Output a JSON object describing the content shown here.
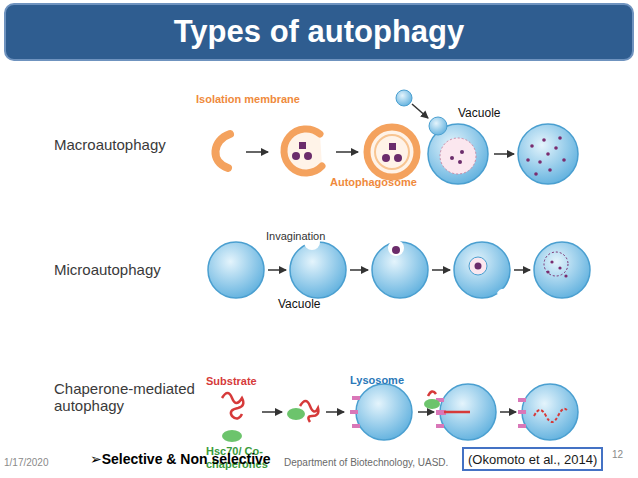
{
  "diagram": {
    "title": "Types of autophagy",
    "nodes": [
      {
        "text": [
          "(Okomoto et al., 2014)"
        ]
      }
    ],
    "labels": [
      "Macroautophagy",
      "Isolation membrane",
      "Autophagosome",
      "Vacuole",
      "Microautophagy",
      "Invagination",
      "Vacuole",
      "Chaperone-mediated autophagy",
      "Substrate",
      "Hsc70/ Co-chaperones",
      "Lysosome",
      "1/17/2020",
      "➢Selective & Non selective",
      "Department of Biotechnology, UASD.",
      "12"
    ]
  }
}
